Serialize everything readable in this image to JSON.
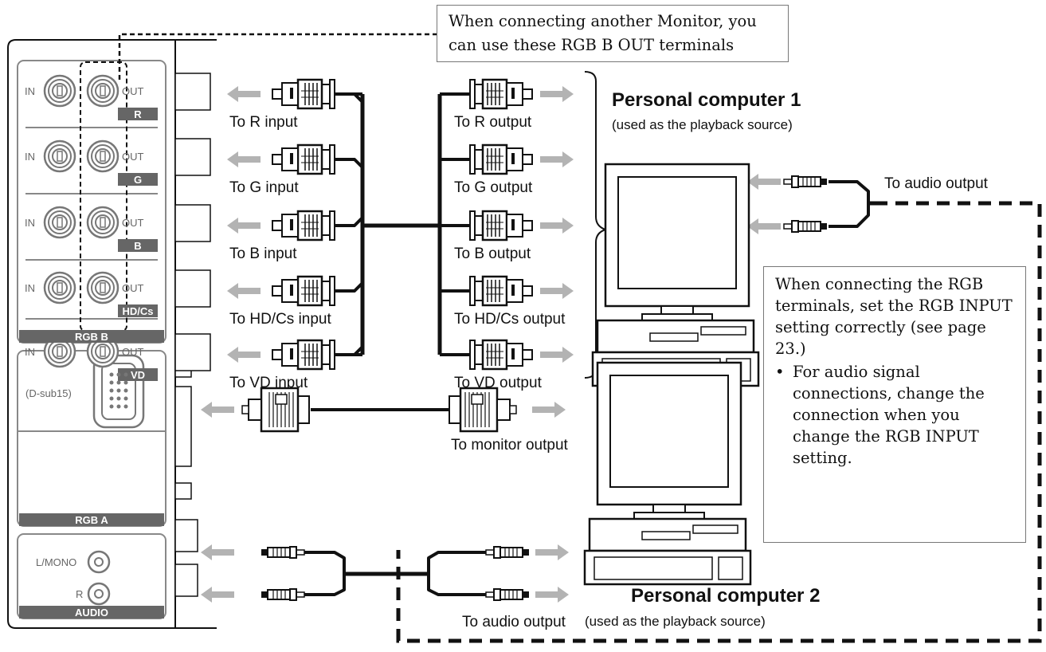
{
  "notes": {
    "top": "When connecting another Monitor, you can use these RGB B OUT terminals",
    "right_main": "When connecting the RGB terminals, set the RGB INPUT setting correctly (see page 23.)",
    "right_bullet_mark": "•",
    "right_bullet": "For audio signal connections, change the connection when you change the RGB INPUT setting."
  },
  "panel": {
    "in_label": "IN",
    "out_label": "OUT",
    "rgb_badges": [
      "R",
      "G",
      "B",
      "HD/Cs",
      "VD"
    ],
    "rgb_b_label": "RGB B",
    "dsub_label": "(D-sub15)",
    "rgb_a_label": "RGB A",
    "audio_l_label": "L/MONO",
    "audio_r_label": "R",
    "audio_label": "AUDIO"
  },
  "inputs": [
    "To R input",
    "To G input",
    "To B input",
    "To HD/Cs input",
    "To  VD input"
  ],
  "outputs": [
    "To R output",
    "To G output",
    "To B output",
    "To HD/Cs output",
    "To  VD output"
  ],
  "monitor_output": "To monitor output",
  "audio_output_pc1": "To audio output",
  "audio_output_pc2": "To audio output",
  "pc1": {
    "title": "Personal computer 1",
    "subtitle": "(used as the playback source)"
  },
  "pc2": {
    "title": "Personal computer 2",
    "subtitle": "(used as the playback source)"
  }
}
